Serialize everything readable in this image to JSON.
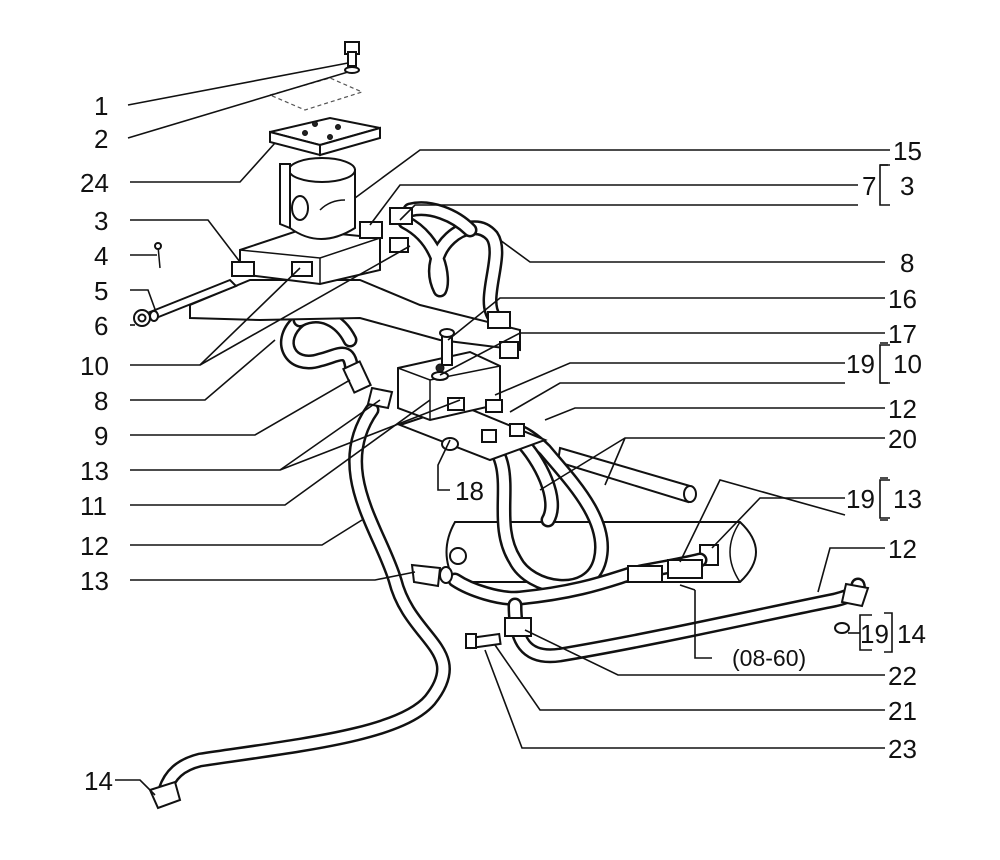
{
  "callouts": {
    "c1": "1",
    "c2": "2",
    "c24": "24",
    "c3_left": "3",
    "c4": "4",
    "c5": "5",
    "c6": "6",
    "c10_left": "10",
    "c8_left": "8",
    "c9": "9",
    "c13_left_a": "13",
    "c11": "11",
    "c12_left": "12",
    "c13_left_b": "13",
    "c14_bottom": "14",
    "c15": "15",
    "c7": "7",
    "c3_right": "3",
    "c8_right": "8",
    "c16": "16",
    "c17": "17",
    "c19_a": "19",
    "c10_right": "10",
    "c12_right_a": "12",
    "c20": "20",
    "c18": "18",
    "c19_b": "19",
    "c13_right": "13",
    "c12_right_b": "12",
    "c19_c": "19",
    "c14_right": "14",
    "ref_0860": "(08-60)",
    "c22": "22",
    "c21": "21",
    "c23": "23"
  }
}
